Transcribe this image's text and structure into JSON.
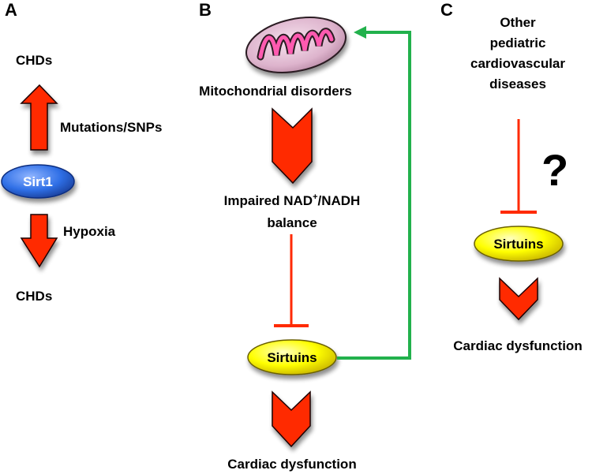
{
  "panels": {
    "a": {
      "letter": "A",
      "top_label": "CHDs",
      "up_arrow_label": "Mutations/SNPs",
      "center_node": "Sirt1",
      "down_arrow_label": "Hypoxia",
      "bottom_label": "CHDs"
    },
    "b": {
      "letter": "B",
      "mito_label": "Mitochondrial disorders",
      "nad_line1_pre": "Impaired NAD",
      "nad_line1_sup": "+",
      "nad_line1_post": "/NADH",
      "nad_line2": "balance",
      "sirtuins": "Sirtuins",
      "outcome": "Cardiac dysfunction"
    },
    "c": {
      "letter": "C",
      "disease_line1": "Other",
      "disease_line2": "pediatric",
      "disease_line3": "cardiovascular",
      "disease_line4": "diseases",
      "question": "?",
      "sirtuins": "Sirtuins",
      "outcome": "Cardiac dysfunction"
    }
  },
  "colors": {
    "arrow_red": "#ff2a00",
    "inhibit_red": "#ff2a00",
    "feedback_green": "#22b14c",
    "sirt1_blue": "#2f6fe6",
    "sirtuins_yellow": "#ffff00",
    "mito_fill": "#e8c6d8",
    "mito_cristae": "#ff5ab0"
  }
}
